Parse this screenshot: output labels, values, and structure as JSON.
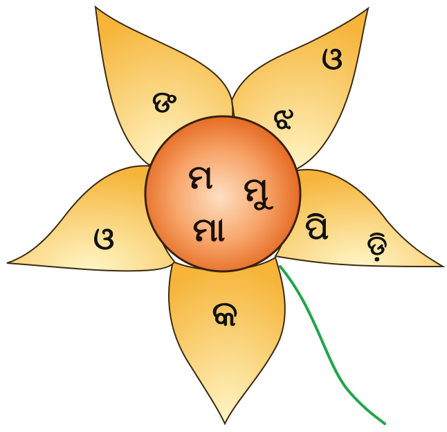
{
  "colors": {
    "petal_light": "#fff6c8",
    "petal_dark": "#f6b53a",
    "petal_outline": "#3a2a10",
    "center_light": "#fde0c2",
    "center_dark": "#e2641a",
    "center_outline": "#3a2010",
    "stem": "#1fa64a"
  },
  "petals": [
    {
      "name": "top-left",
      "letters": [
        "ଙ"
      ]
    },
    {
      "name": "top-right",
      "letters": [
        "ଓ",
        "ଝ"
      ]
    },
    {
      "name": "right",
      "letters": [
        "ପି",
        "ଡ଼ି"
      ]
    },
    {
      "name": "bottom",
      "letters": [
        "କ"
      ]
    },
    {
      "name": "left",
      "letters": [
        "ଓ"
      ]
    }
  ],
  "center": {
    "letters": [
      "ମ",
      "ମୁ",
      "ମା"
    ]
  }
}
